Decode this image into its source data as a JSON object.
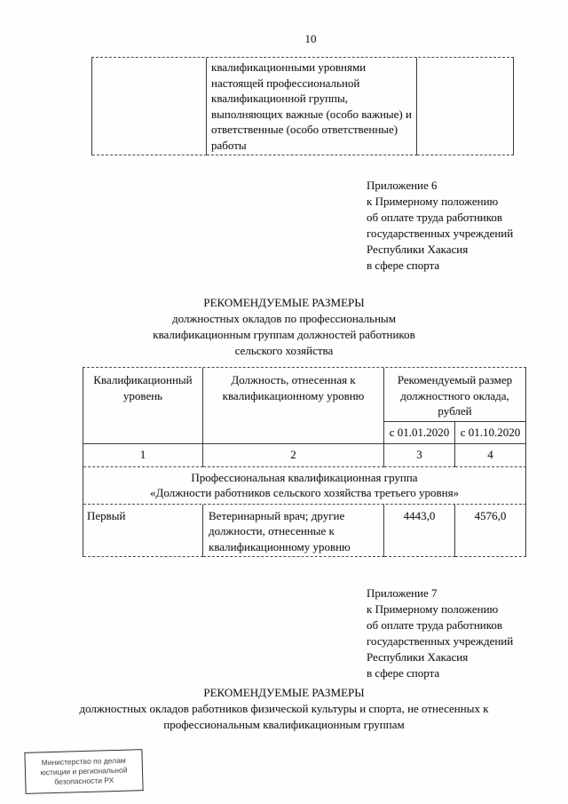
{
  "page": {
    "number": "10"
  },
  "continued_table": {
    "text": "квалификационными уровнями настоящей профессиональной квалификационной группы, выполняющих важные (особо важные) и ответственные (особо ответственные) работы"
  },
  "annex6": {
    "lines": [
      "Приложение 6",
      "к Примерному положению",
      "об оплате труда работников",
      "государственных учреждений",
      "Республики Хакасия",
      "в сфере спорта"
    ]
  },
  "heading1": {
    "lines": [
      "РЕКОМЕНДУЕМЫЕ РАЗМЕРЫ",
      "должностных окладов по профессиональным",
      "квалификационным группам должностей работников",
      "сельского хозяйства"
    ]
  },
  "salary_table": {
    "col1_header": "Квалификационный уровень",
    "col2_header": "Должность, отнесенная к квалификационному уровню",
    "col34_header": "Рекомендуемый размер должностного оклада, рублей",
    "date1": "с 01.01.2020",
    "date2": "с 01.10.2020",
    "num_row": [
      "1",
      "2",
      "3",
      "4"
    ],
    "group_line1": "Профессиональная квалификационная группа",
    "group_line2": "«Должности работников сельского хозяйства третьего уровня»",
    "row": {
      "level": "Первый",
      "position": "Ветеринарный врач; другие должности, отнесенные к квалификационному уровню",
      "salary_2020_01": "4443,0",
      "salary_2020_10": "4576,0"
    }
  },
  "annex7": {
    "lines": [
      "Приложение 7",
      "к Примерному положению",
      "об оплате труда работников",
      "государственных учреждений",
      "Республики Хакасия",
      "в сфере спорта"
    ]
  },
  "heading2": {
    "lines": [
      "РЕКОМЕНДУЕМЫЕ РАЗМЕРЫ",
      "должностных окладов работников физической культуры и спорта, не отнесенных к",
      "профессиональным квалификационным группам"
    ]
  },
  "stamp": {
    "lines": [
      "Министерство по делам",
      "юстиции и региональной",
      "безопасности РХ"
    ]
  }
}
